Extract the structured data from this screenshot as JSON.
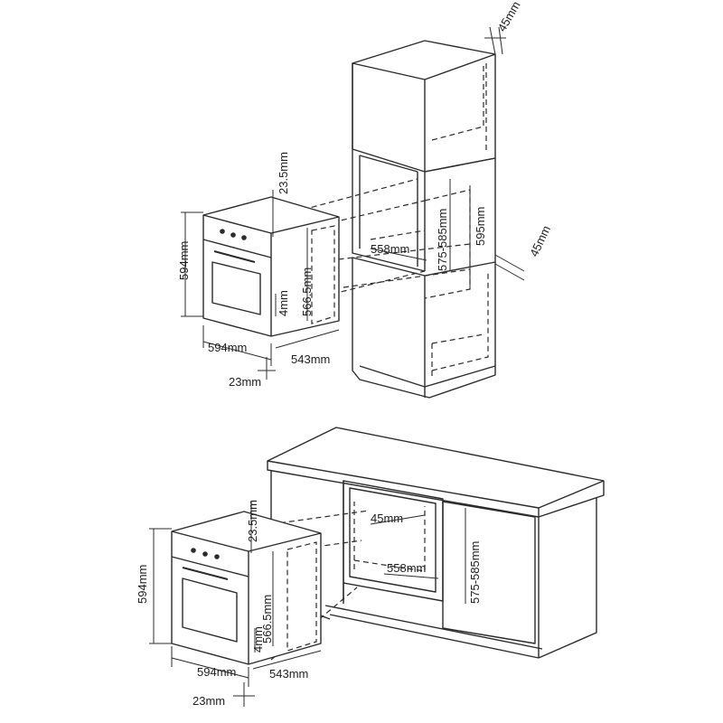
{
  "top": {
    "tall_45": "45mm",
    "oven_23_5": "23.5mm",
    "cab_575": "575-585mm",
    "cab_595": "595mm",
    "side_45": "45mm",
    "cab_558": "558mm",
    "oven_594_h": "594mm",
    "oven_566": "566.5mm",
    "oven_4": "4mm",
    "oven_594_w": "594mm",
    "oven_543": "543mm",
    "oven_23": "23mm"
  },
  "bottom": {
    "oven_23_5": "23.5mm",
    "cab_45": "45mm",
    "cab_558": "558mm",
    "cab_575": "575-585mm",
    "oven_594_h": "594mm",
    "oven_566": "566.5mm",
    "oven_4": "4mm",
    "oven_594_w": "594mm",
    "oven_543": "543mm",
    "oven_23": "23mm"
  }
}
